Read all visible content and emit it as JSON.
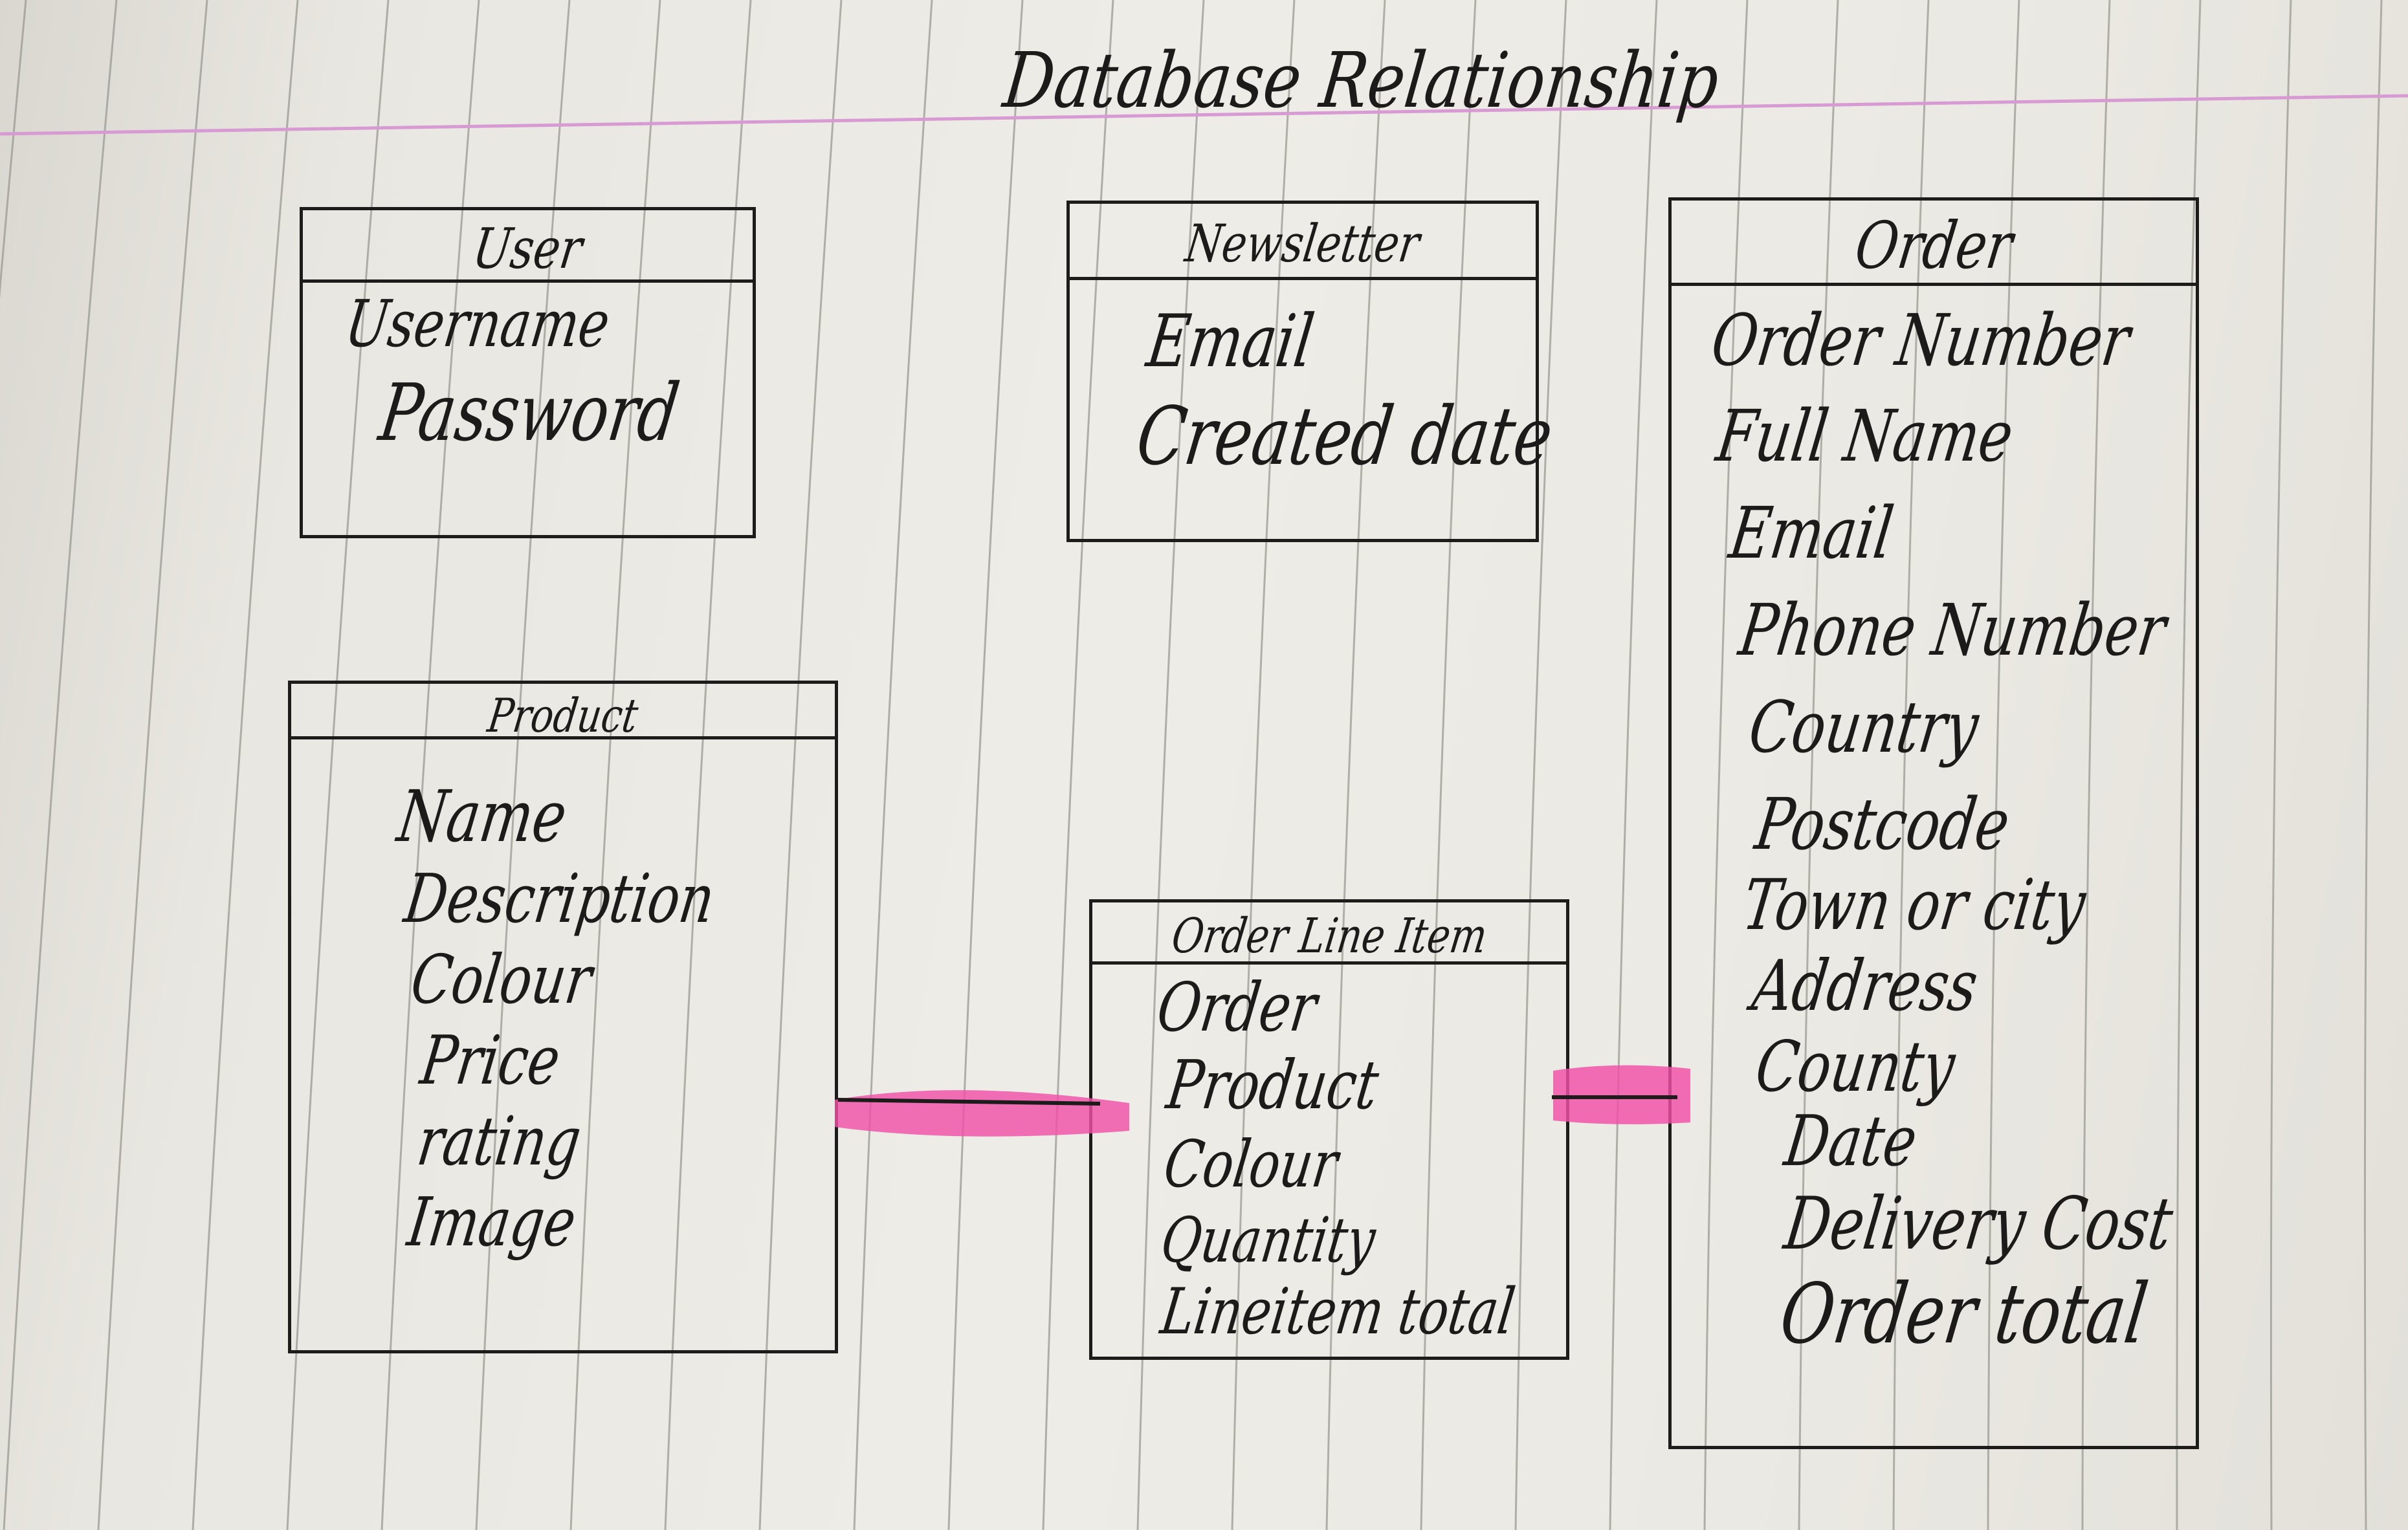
{
  "diagram": {
    "title": "Database Relationship",
    "entities": {
      "user": {
        "name": "User",
        "fields": [
          "Username",
          "Password"
        ]
      },
      "newsletter": {
        "name": "Newsletter",
        "fields": [
          "Email",
          "Created date"
        ]
      },
      "order": {
        "name": "Order",
        "fields": [
          "Order Number",
          "Full Name",
          "Email",
          "Phone Number",
          "Country",
          "Postcode",
          "Town or city",
          "Address",
          "County",
          "Date",
          "Delivery Cost",
          "Order total"
        ]
      },
      "product": {
        "name": "Product",
        "fields": [
          "Name",
          "Description",
          "Colour",
          "Price",
          "rating",
          "Image"
        ]
      },
      "order_line_item": {
        "name": "Order Line Item",
        "fields": [
          "Order",
          "Product",
          "Colour",
          "Quantity",
          "Lineitem total"
        ]
      }
    },
    "relationships": [
      {
        "from": "Product",
        "to": "Order Line Item"
      },
      {
        "from": "Order Line Item",
        "to": "Order"
      }
    ],
    "colors": {
      "paper": "#eceae4",
      "ink": "#1d1c1b",
      "rule_line": "#9a9992",
      "margin_line": "#d79ad3",
      "highlighter": "#f04fa7"
    }
  }
}
